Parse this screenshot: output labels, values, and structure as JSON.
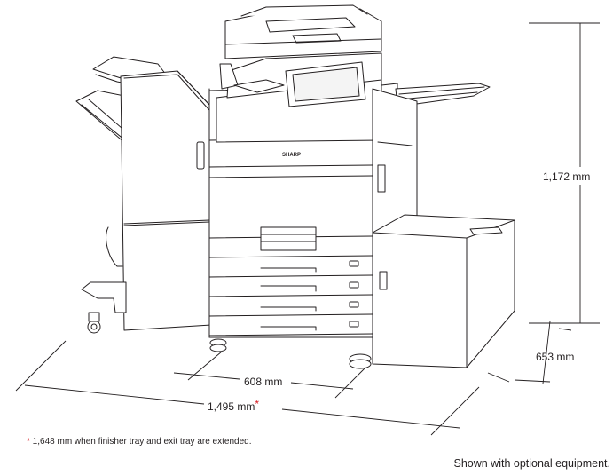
{
  "dimensions": {
    "height": "1,172 mm",
    "depth": "653 mm",
    "inner_width": "608 mm",
    "overall_width": "1,495 mm",
    "overall_width_marker": "*"
  },
  "footnote": {
    "marker": "*",
    "text": " 1,648 mm when finisher tray and exit tray are extended."
  },
  "caption": "Shown with optional equipment.",
  "brand_label": "SHARP",
  "colors": {
    "line": "#231f20",
    "accent": "#d71920"
  }
}
